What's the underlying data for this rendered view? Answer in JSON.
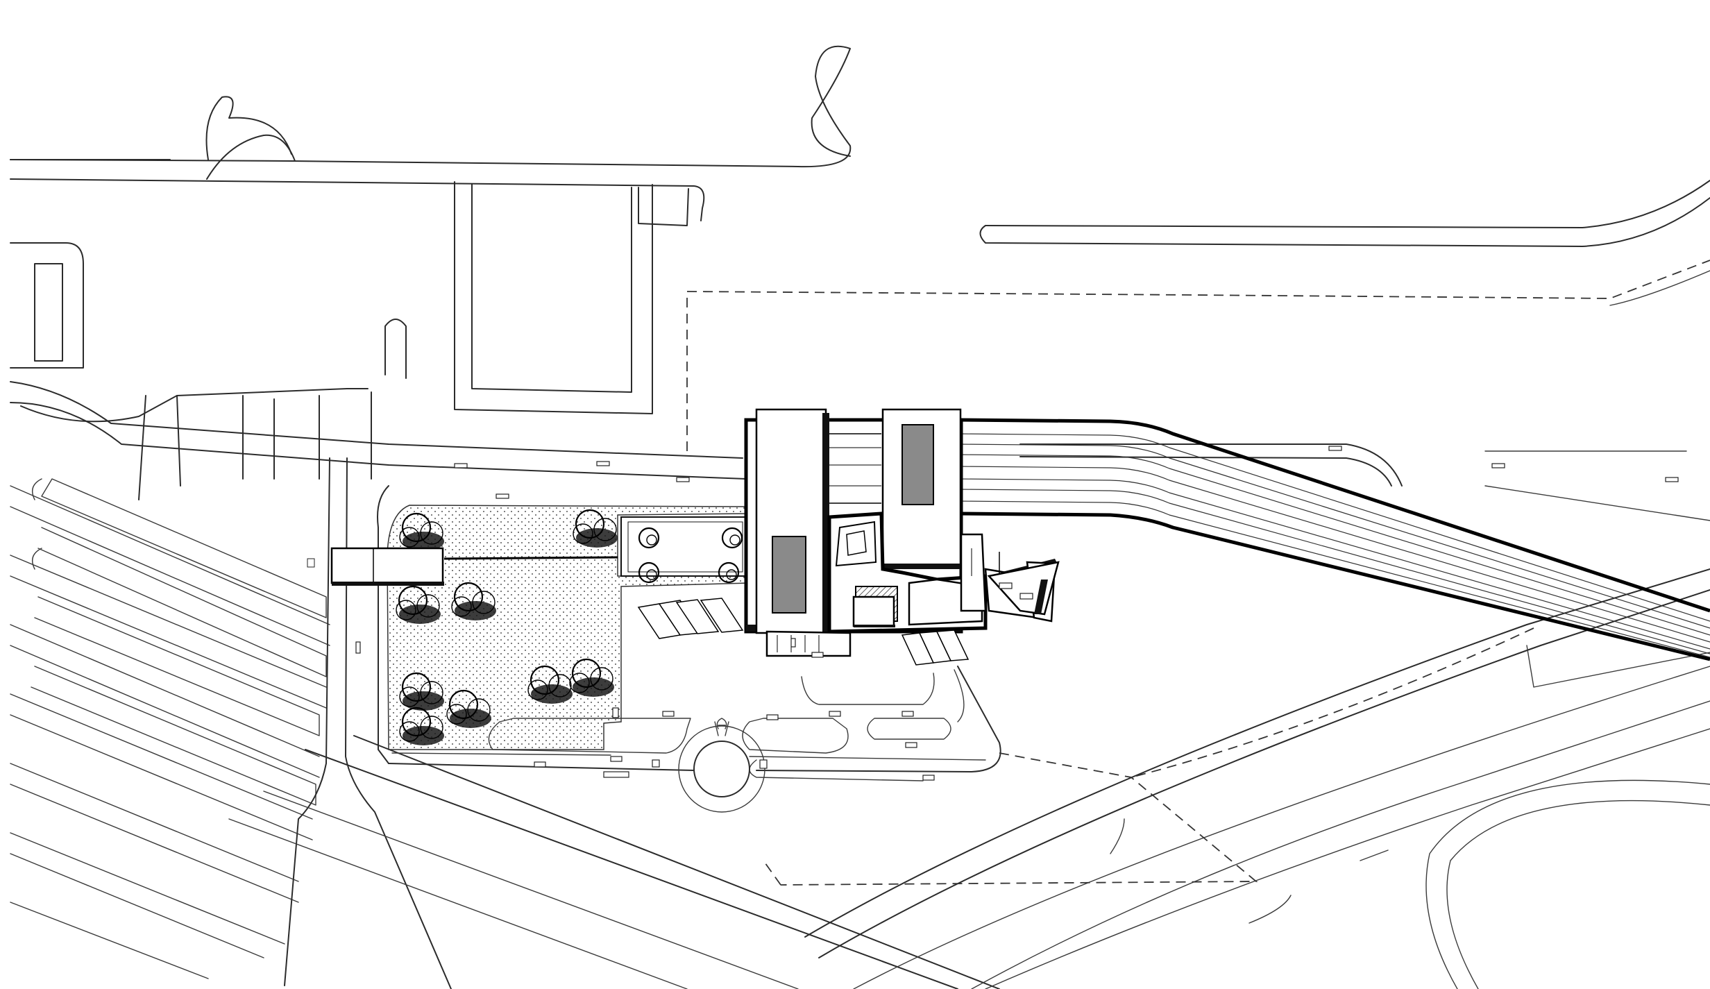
{
  "drawing": {
    "type": "architectural-site-plan",
    "style": "black line drawing on white",
    "colors": {
      "background": "#ffffff",
      "linework": "#000000",
      "roof_tint": "#8a8a8a"
    },
    "legend_text": [],
    "labels": []
  },
  "elements": {
    "road_network": "roads",
    "railway": "elevated-railway-tracks",
    "station_complex": "station-building-complex",
    "plaza": "landscaped-plaza",
    "trees": "tree-clusters",
    "roundabout": "roundabout",
    "parking": "parking-lots",
    "site_boundary": "dashed-site-boundary",
    "pedestrian_bridge": "pedestrian-bridge"
  }
}
